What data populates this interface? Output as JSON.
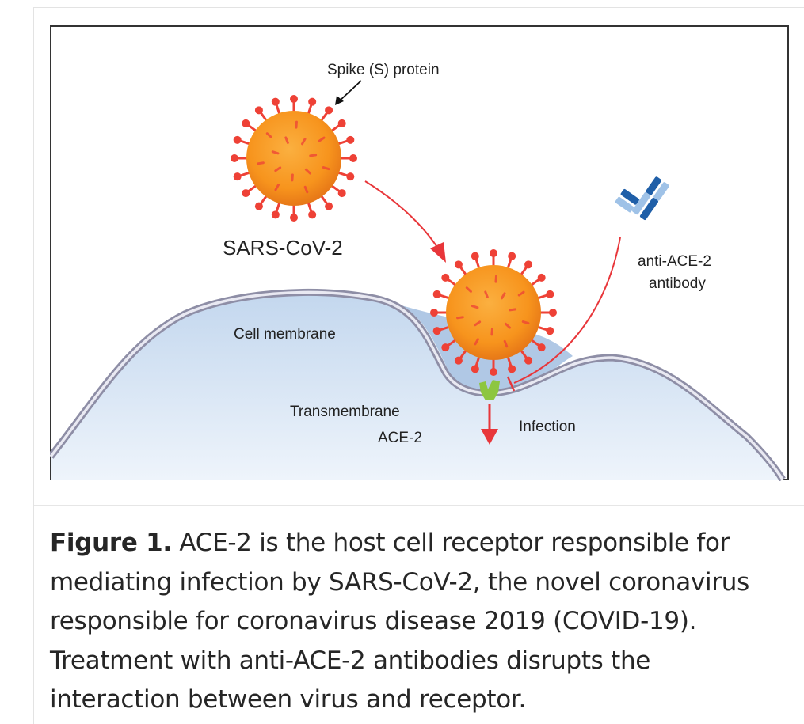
{
  "figure": {
    "labels": {
      "spike": "Spike (S) protein",
      "virus": "SARS-CoV-2",
      "membrane": "Cell membrane",
      "antibody_line1": "anti-ACE-2",
      "antibody_line2": "antibody",
      "transmembrane": "Transmembrane",
      "ace2": "ACE-2",
      "infection": "Infection"
    },
    "colors": {
      "virus_orange": "#f7941d",
      "spike_red": "#ee4136",
      "arrow_red": "#e8363a",
      "receptor_green": "#8dc63f",
      "antibody_blue": "#1f5fa8",
      "cell_fill": "#cfe0f1"
    }
  },
  "caption": {
    "lead": "Figure 1.",
    "text": " ACE-2 is the host cell receptor responsible for mediating infection by SARS-CoV-2, the novel coronavirus responsible for coronavirus disease 2019 (COVID-19). Treatment with anti-ACE-2 antibodies disrupts the interaction between virus and receptor."
  }
}
